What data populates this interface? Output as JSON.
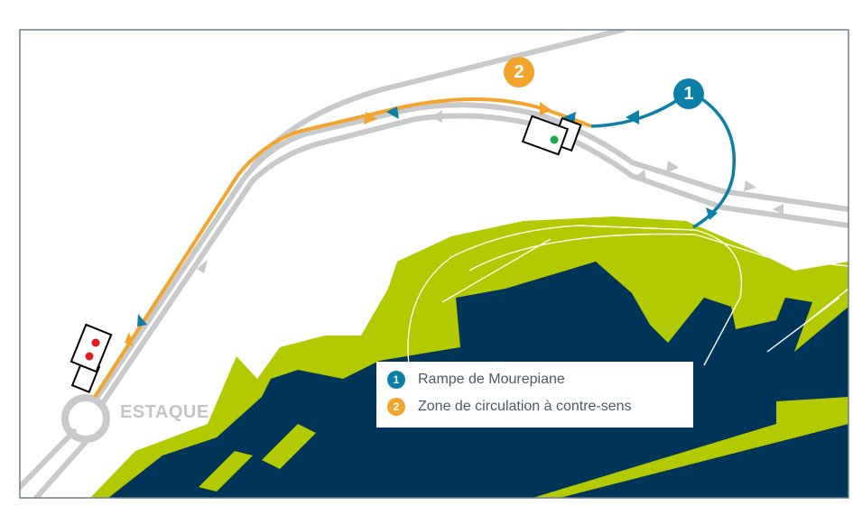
{
  "map": {
    "place_label": "ESTAQUE",
    "markers": [
      {
        "number": "1",
        "color": "#0b7fa8"
      },
      {
        "number": "2",
        "color": "#f3a42c"
      }
    ]
  },
  "legend": {
    "items": [
      {
        "number": "1",
        "label": "Rampe de Mourepiane",
        "color": "#0b7fa8"
      },
      {
        "number": "2",
        "label": "Zone de circulation à contre-sens",
        "color": "#f3a42c"
      }
    ]
  },
  "colors": {
    "land": "#b3c900",
    "water": "#00355a",
    "road": "#c8c9ca",
    "route_orange": "#f3a42c",
    "route_blue": "#0b7fa8"
  }
}
